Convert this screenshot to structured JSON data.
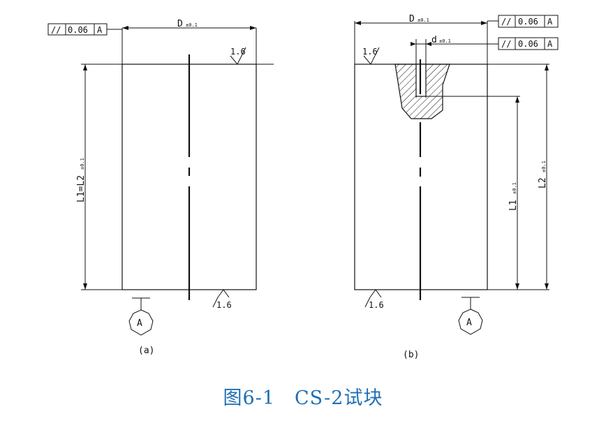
{
  "figure": {
    "caption": "图6-1　CS-2试块"
  },
  "left_view": {
    "sublabel": "(a)",
    "diameter_label": "D",
    "diameter_tol": "±0.1",
    "length_label": "L1=L2",
    "length_tol": "±0.1",
    "surface_top": "1.6",
    "surface_bottom": "1.6",
    "datum": "A",
    "parallelism": {
      "symbol": "//",
      "value": "0.06",
      "datum": "A"
    }
  },
  "right_view": {
    "sublabel": "(b)",
    "diameter_label": "D",
    "diameter_tol": "±0.1",
    "hole_label": "d",
    "hole_tol": "±0.1",
    "surface_top": "1.6",
    "surface_bottom": "1.6",
    "datum": "A",
    "l1_label": "L1",
    "l1_tol": "±0.1",
    "l2_label": "L2",
    "l2_tol": "±0.1",
    "parallelism_top": {
      "symbol": "//",
      "value": "0.06",
      "datum": "A"
    },
    "parallelism_hole": {
      "symbol": "//",
      "value": "0.06",
      "datum": "A"
    }
  }
}
